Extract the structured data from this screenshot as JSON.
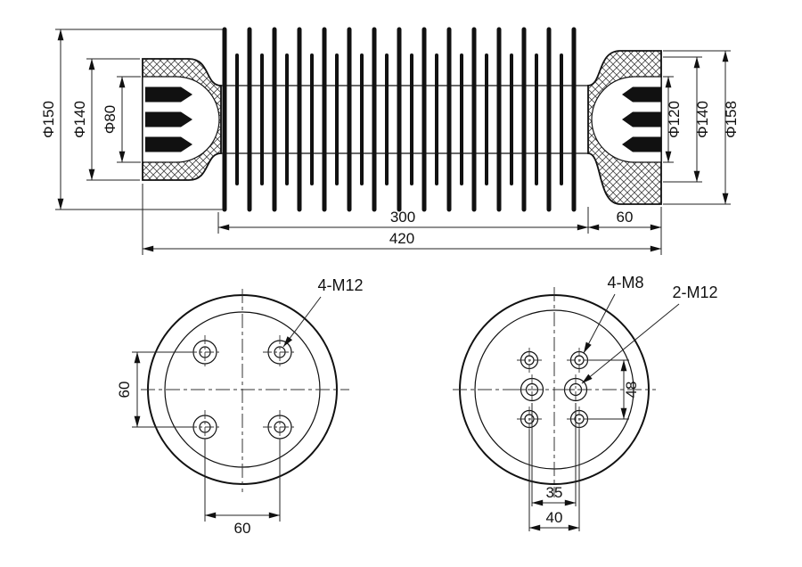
{
  "side_view": {
    "dim_phi_150": "Φ150",
    "dim_phi_140_left": "Φ140",
    "dim_phi_80": "Φ80",
    "dim_phi_120": "Φ120",
    "dim_phi_140_right": "Φ140",
    "dim_phi_158": "Φ158",
    "dim_rib_section_length": "300",
    "dim_right_fitting_length": "60",
    "dim_total_length": "420"
  },
  "left_flange_view": {
    "bolt_callout": "4-M12",
    "dim_bolt_spacing_vertical": "60",
    "dim_bolt_spacing_horizontal": "60"
  },
  "right_flange_view": {
    "bolt_callout_m8": "4-M8",
    "bolt_callout_m12": "2-M12",
    "dim_bolt_spacing_vertical": "48",
    "dim_bolt_spacing_inner": "35",
    "dim_bolt_spacing_outer": "40"
  },
  "colors": {
    "line": "#1a1a1a",
    "background": "#ffffff"
  }
}
